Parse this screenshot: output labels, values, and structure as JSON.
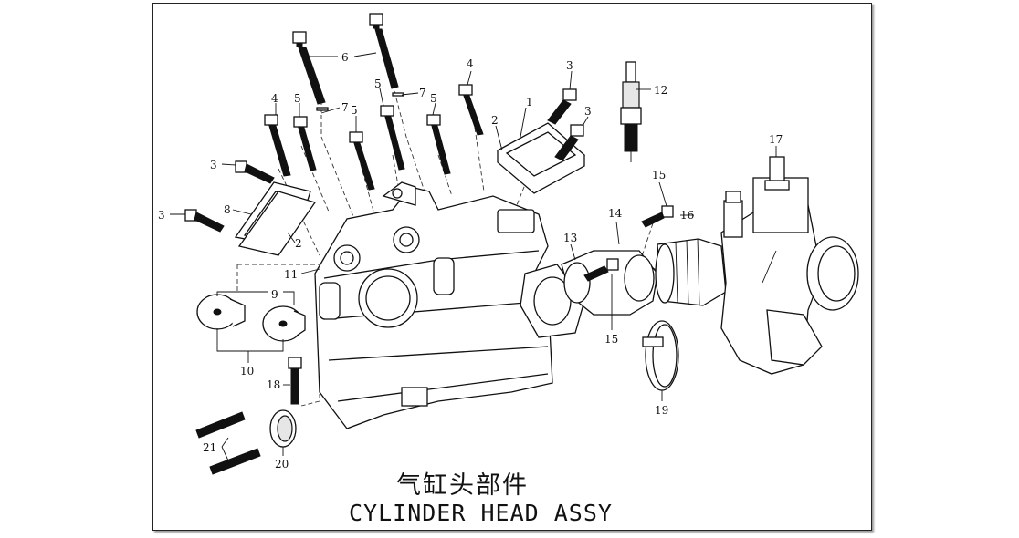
{
  "title_cn": "气缸头部件",
  "title_en": "CYLINDER HEAD ASSY",
  "callouts": [
    "1",
    "2",
    "3",
    "4",
    "5",
    "6",
    "7",
    "8",
    "9",
    "10",
    "11",
    "12",
    "13",
    "14",
    "15",
    "16",
    "17",
    "18",
    "19",
    "20",
    "21"
  ]
}
